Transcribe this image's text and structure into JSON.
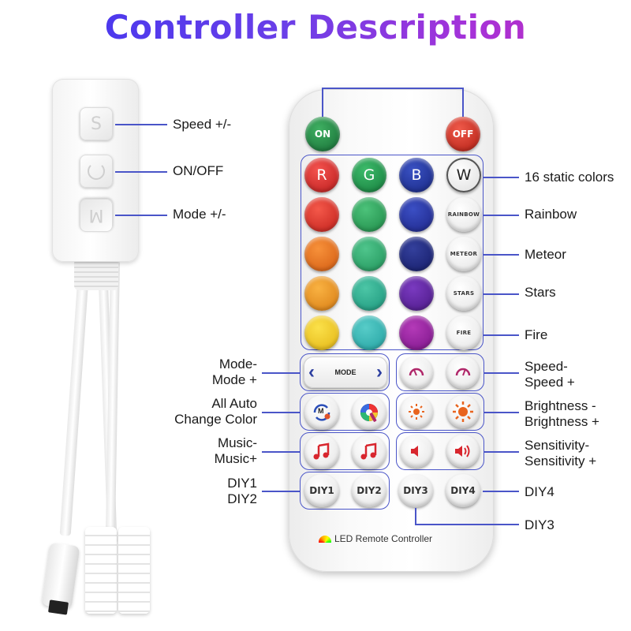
{
  "title": "Controller Description",
  "colors": {
    "accent": "#4a55c8",
    "title_start": "#3b35f0",
    "title_end": "#c42bb8"
  },
  "mini_controller": {
    "buttons": [
      "S",
      "M"
    ],
    "labels": {
      "speed": "Speed +/-",
      "onoff": "ON/OFF",
      "mode": "Mode +/-"
    }
  },
  "remote": {
    "top": {
      "on": "ON",
      "off": "OFF"
    },
    "rgbw": [
      "R",
      "G",
      "B",
      "W"
    ],
    "effects": [
      "RAINBOW",
      "METEOR",
      "STARS",
      "FIRE"
    ],
    "mode_button": "MODE",
    "auto_button": "M",
    "diy": [
      "DIY1",
      "DIY2",
      "DIY3",
      "DIY4"
    ],
    "brand": "LED Remote Controller"
  },
  "labels": {
    "static_colors": "16 static colors",
    "rainbow": "Rainbow",
    "meteor": "Meteor",
    "stars": "Stars",
    "fire": "Fire",
    "mode_l1": "Mode-",
    "mode_l2": "Mode +",
    "auto_l1": "All Auto",
    "auto_l2": "Change Color",
    "music_l1": "Music-",
    "music_l2": "Music+",
    "diy12_l1": "DIY1",
    "diy12_l2": "DIY2",
    "speed_l1": "Speed-",
    "speed_l2": "Speed +",
    "bright_l1": "Brightness -",
    "bright_l2": "Brightness +",
    "sens_l1": "Sensitivity-",
    "sens_l2": "Sensitivity +",
    "diy4": "DIY4",
    "diy3": "DIY3"
  }
}
